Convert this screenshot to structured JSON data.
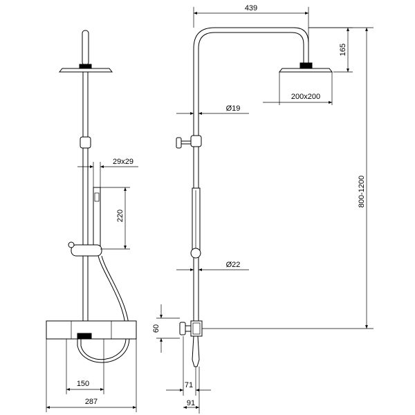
{
  "dimensions": {
    "top_width": "439",
    "head_height": "165",
    "head_size": "200x200",
    "pipe_upper_dia": "Ø19",
    "pipe_lower_dia": "Ø22",
    "height_range": "800-1200",
    "hand_shower_section": "29x29",
    "hand_shower_length": "220",
    "outlet_offset": "60",
    "wall_depth_1": "71",
    "wall_depth_2": "91",
    "connection_spacing": "150",
    "total_width": "287"
  }
}
